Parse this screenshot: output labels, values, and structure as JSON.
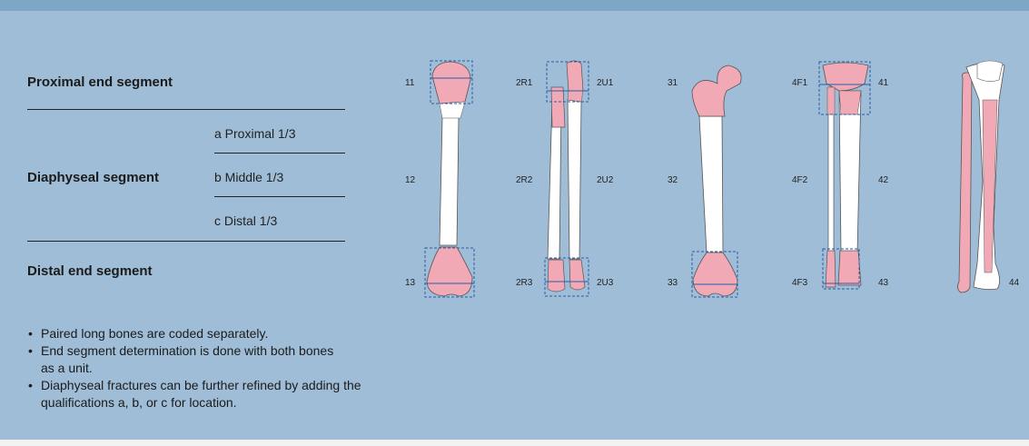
{
  "segments": {
    "proximal": "Proximal end segment",
    "diaphyseal": "Diaphyseal segment",
    "distal": "Distal end segment",
    "sub_a": "a Proximal 1/3",
    "sub_b": "b Middle 1/3",
    "sub_c": "c Distal 1/3"
  },
  "notes": [
    "Paired long bones are coded separately.",
    "End segment determination is done with both bones as a unit.",
    "Diaphyseal fractures can be further refined by adding the qualifications a, b, or c for location."
  ],
  "bullet": "•",
  "labels": {
    "humerus": [
      "11",
      "12",
      "13"
    ],
    "radius": [
      "2R1",
      "2R2",
      "2R3"
    ],
    "ulna": [
      "2U1",
      "2U2",
      "2U3"
    ],
    "femur": [
      "31",
      "32",
      "33"
    ],
    "fibula": [
      "4F1",
      "4F2",
      "4F3"
    ],
    "tibia": [
      "41",
      "42",
      "43"
    ],
    "patella_tibia": "44"
  },
  "colors": {
    "background": "#9fbdd6",
    "bone": "#ffffff",
    "segment_highlight": "#f2a9b6",
    "box_dashed": "#2a5aa8"
  }
}
